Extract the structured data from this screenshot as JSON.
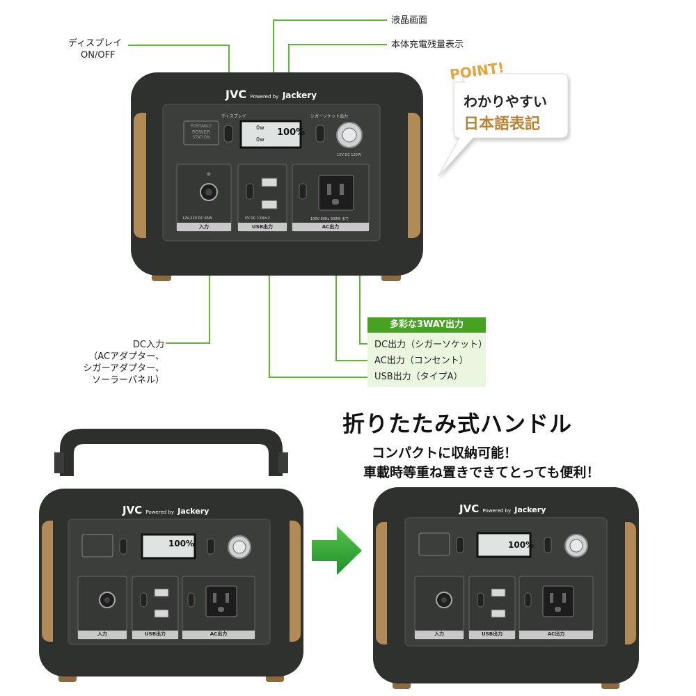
{
  "callouts": {
    "display_onoff": [
      "ディスプレイ",
      "ON/OFF"
    ],
    "lcd": "液晶画面",
    "battery": "本体充電残量表示",
    "dc_input": [
      "DC入力",
      "（ACアダプター、",
      "シガーアダプター、",
      "ソーラーパネル）"
    ]
  },
  "point_bubble": {
    "point": "POINT!",
    "line1": "わかりやすい",
    "line2": "日本語表記"
  },
  "outputs": {
    "heading": "多彩な3WAY出力",
    "items": [
      "DC出力（シガーソケット）",
      "AC出力（コンセント）",
      "USB出力（タイプA）"
    ]
  },
  "handle": {
    "title": "折りたたみ式ハンドル",
    "line1": "コンパクトに収納可能！",
    "line2": "車載時等重ね置きできてとっても便利！"
  },
  "device": {
    "brand": "JVC",
    "powered_by": "Powered by",
    "partner": "Jackery",
    "display_label": "ディスプレイ",
    "cigar_label": "シガーソケット出力",
    "badge": [
      "PORTABLE",
      "POWER",
      "STATION"
    ],
    "lcd_percent": "100%",
    "lcd_in": "0w",
    "lcd_out": "0w",
    "cigar_spec": "12V DC 120W",
    "input_spec": "12V-22V DC 65W",
    "input_label": "入力",
    "usb_spec": "5V DC 12W×2",
    "usb_label": "USB出力",
    "ac_spec": "100V 60Hz 300W まで",
    "ac_label": "AC出力"
  },
  "colors": {
    "accent_green": "#5cb82e",
    "body": "#2e302e",
    "trim": "#b28a55"
  }
}
